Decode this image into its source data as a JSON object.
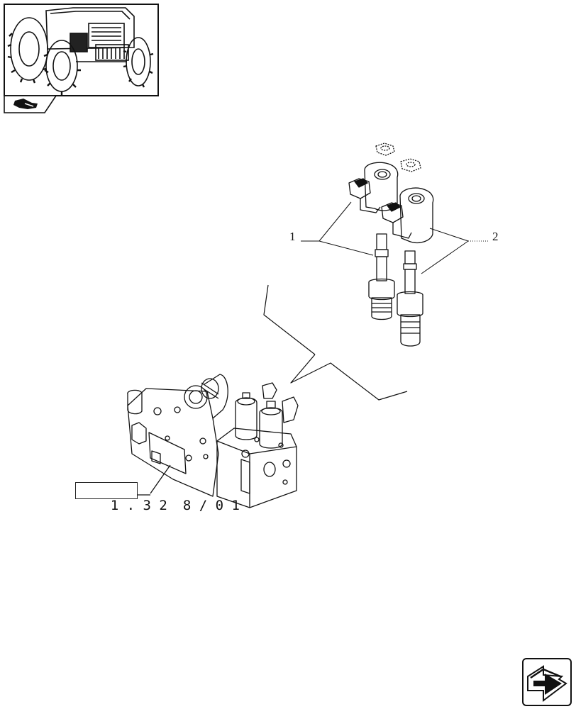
{
  "thumbnail": {
    "icon": "tractor-overview-icon"
  },
  "thumb_tab": {
    "icon": "pointer-hand-icon"
  },
  "reference": {
    "text": "1.32 8/01",
    "part1": "1 . 3 2",
    "part2": "8 / 0 1"
  },
  "callouts": {
    "item1": "1",
    "item2": "2"
  },
  "nav": {
    "icon": "next-page-arrow-icon"
  }
}
